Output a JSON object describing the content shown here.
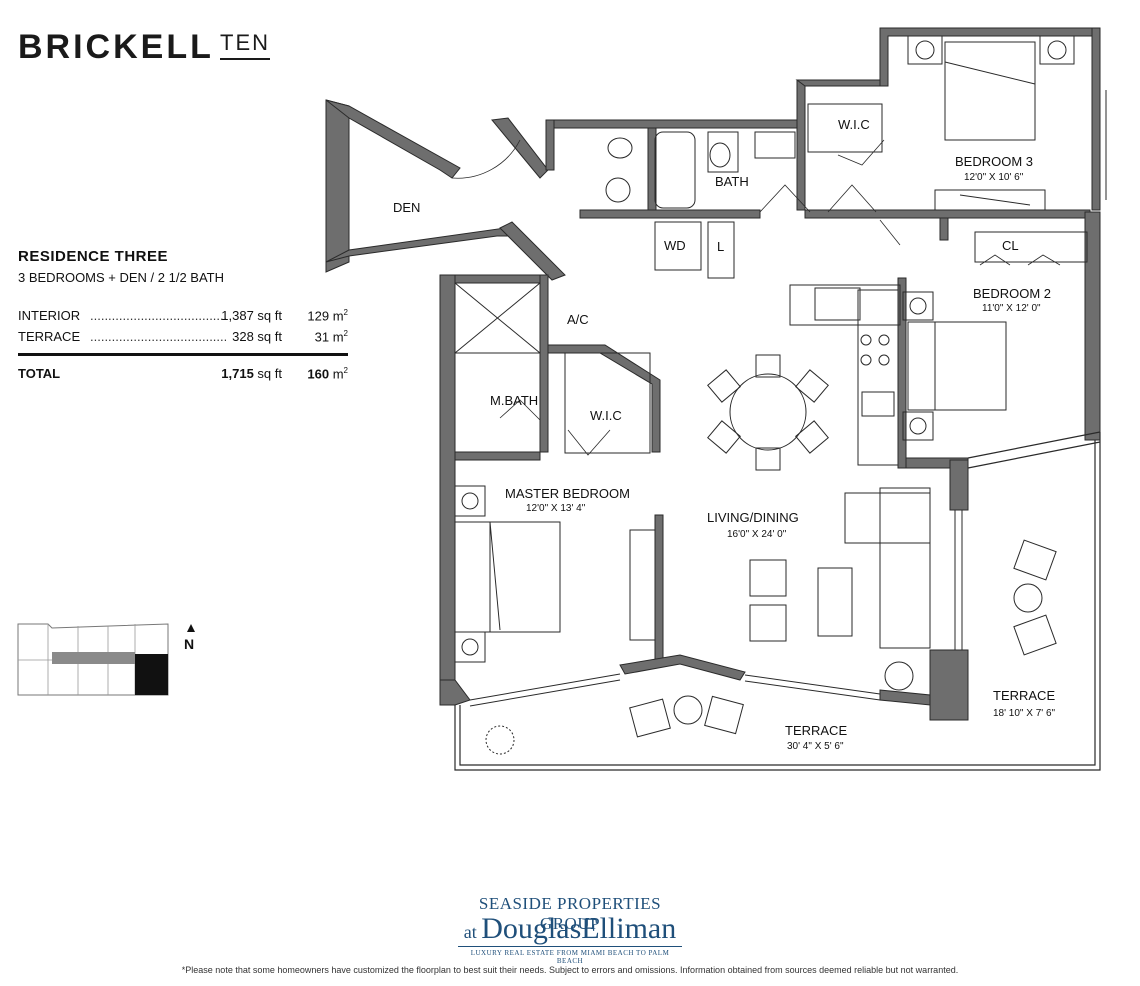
{
  "brand": {
    "name": "BRICKELL",
    "suffix": "TEN"
  },
  "residence": {
    "title": "RESIDENCE THREE",
    "subtitle": "3 BEDROOMS + DEN / 2 1/2 BATH"
  },
  "areas": [
    {
      "label": "INTERIOR",
      "dots": "......................................................",
      "sqft": "1,387 sq ft",
      "m2": "129 m",
      "m2_sup": "2"
    },
    {
      "label": "TERRACE",
      "dots": "......................................................",
      "sqft": "328 sq ft",
      "m2": "31 m",
      "m2_sup": "2"
    }
  ],
  "total": {
    "label": "TOTAL",
    "sqft_num": "1,715",
    "sqft_unit": " sq ft",
    "m2_num": "160",
    "m2_unit": " m",
    "m2_sup": "2"
  },
  "rooms": {
    "den": "DEN",
    "bath": "BATH",
    "wic_top": "W.I.C",
    "bedroom3": "BEDROOM 3",
    "bedroom3_dim": "12'0\" X 10' 6\"",
    "wd": "WD",
    "l": "L",
    "cl": "CL",
    "bedroom2": "BEDROOM 2",
    "bedroom2_dim": "11'0\" X 12' 0\"",
    "ac": "A/C",
    "mbath": "M.BATH",
    "wic_master": "W.I.C",
    "master": "MASTER BEDROOM",
    "master_dim": "12'0\" X 13' 4\"",
    "living": "LIVING/DINING",
    "living_dim": "16'0\" X 24' 0\"",
    "terrace_right": "TERRACE",
    "terrace_right_dim": "18' 10\" X 7' 6\"",
    "terrace_bottom": "TERRACE",
    "terrace_bottom_dim": "30' 4\" X 5' 6\""
  },
  "keyplan": {
    "north": "N"
  },
  "logo": {
    "line1": "SEASIDE PROPERTIES GROUP",
    "at": "at ",
    "name1": "Douglas",
    "name2": "Elliman",
    "tagline": "LUXURY REAL ESTATE FROM MIAMI BEACH TO PALM BEACH"
  },
  "disclaimer": "*Please note that some homeowners have customized the floorplan to best suit their needs. Subject to errors and omissions. Information obtained from sources deemed reliable but not warranted.",
  "colors": {
    "wall": "#6e6e6e",
    "wall_stroke": "#2a2a2a",
    "logo_blue": "#1f4f7a"
  }
}
